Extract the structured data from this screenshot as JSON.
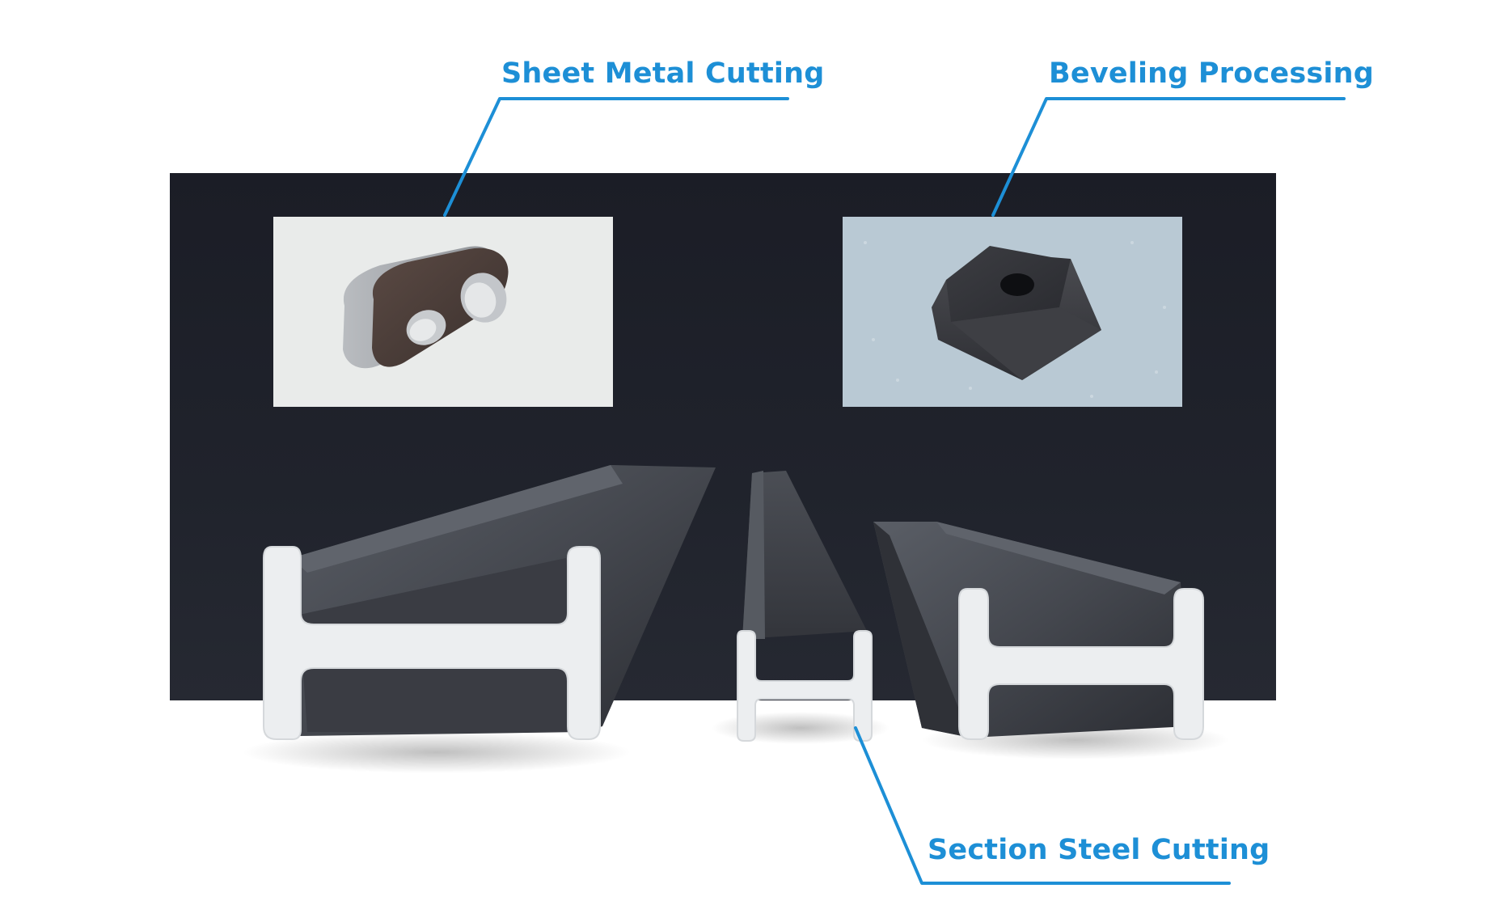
{
  "labels": {
    "sheet_metal": "Sheet Metal Cutting",
    "beveling": "Beveling Processing",
    "section_steel": "Section Steel Cutting"
  },
  "colors": {
    "accent": "#1d8fd6",
    "panel": "#1e2029",
    "photo_bg_left": "#e9ebea",
    "photo_bg_right": "#b9c9d4",
    "steel_dark": "#3a3d44",
    "steel_edge": "#e8eaec"
  }
}
